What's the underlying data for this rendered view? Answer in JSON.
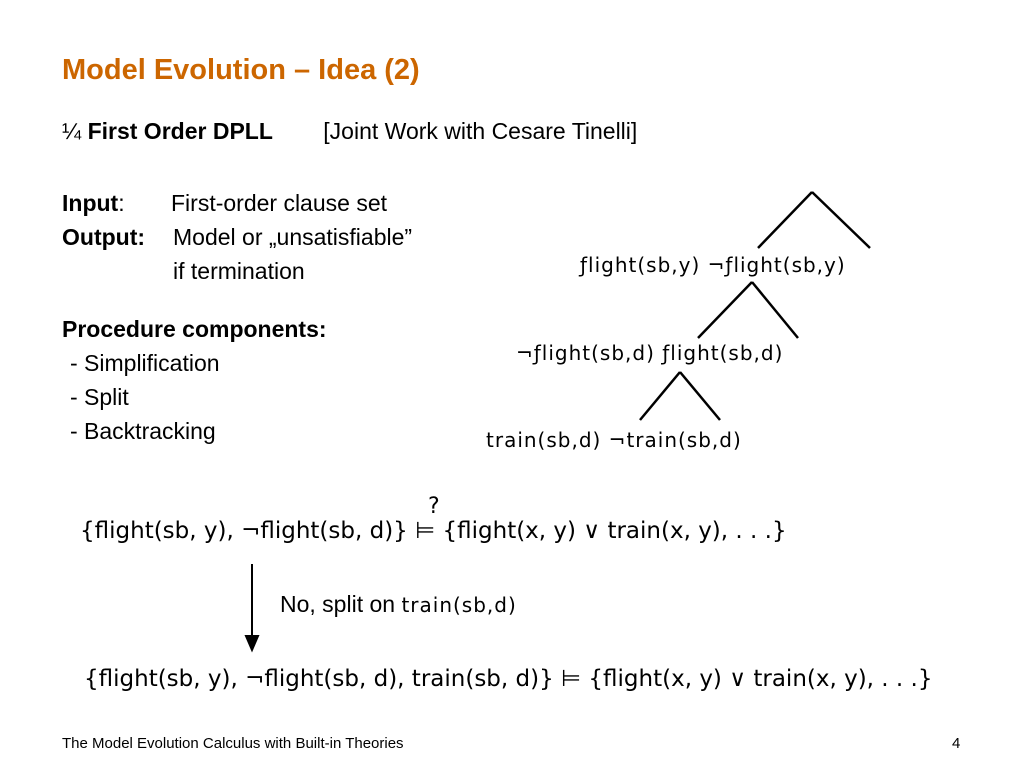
{
  "slide": {
    "title": "Model Evolution – Idea (2)",
    "subtitle_bullet": "¼",
    "subtitle_main": "First Order DPLL",
    "subtitle_note": "[Joint Work with Cesare Tinelli]",
    "input_label": "Input",
    "input_colon": ":",
    "input_value": "First-order clause set",
    "output_label": "Output:",
    "output_value": "Model or „unsatisfiable”",
    "output_value_2": "if termination",
    "procedure_heading": "Procedure components:",
    "procedure_items": [
      "- Simplification",
      "- Split",
      "- Backtracking"
    ]
  },
  "tree": {
    "level1_label": "ƒlight(sb,y)  ¬ƒlight(sb,y)",
    "level2_label": "¬ƒlight(sb,d)  ƒlight(sb,d)",
    "level3_label": "train(sb,d)  ¬train(sb,d)"
  },
  "derivation": {
    "question_mark": "?",
    "step1_left": "{flight(sb, y), ¬flight(sb, d)}",
    "entails_symbol": "⊨",
    "step1_right": "{flight(x, y) ∨ train(x, y), . . .}",
    "arrow_note": "No, split on",
    "arrow_note_symbol": "train(sb,d)",
    "step2_left": "{flight(sb, y), ¬flight(sb, d), train(sb, d)}",
    "step2_right": "{flight(x, y) ∨ train(x, y), . . .}"
  },
  "footer": {
    "caption": "The Model Evolution Calculus with Built-in Theories",
    "page_number": "4"
  },
  "colors": {
    "title": "#cc6600",
    "text": "#000000",
    "background": "#ffffff"
  }
}
